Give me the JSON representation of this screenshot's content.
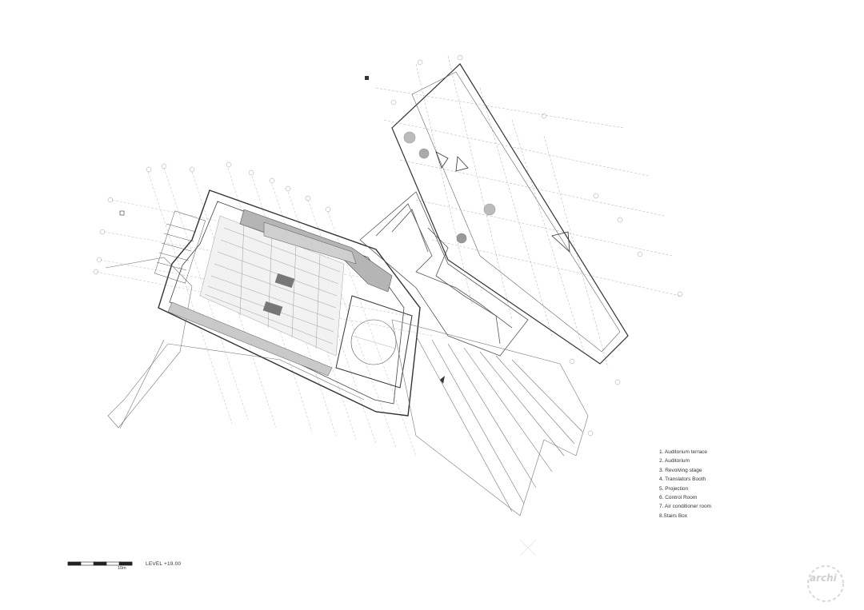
{
  "legend": [
    "1. Auditorium terrace",
    "2. Auditorium",
    "3. Revolving stage",
    "4. Translators Booth",
    "5. Projection",
    "6. Control Room",
    "7. Air conditioner room",
    "8.Stairs Box"
  ],
  "scale_bar": {
    "label": "10m"
  },
  "level": {
    "label": "LEVEL +19.00"
  },
  "watermark": {
    "text": "archi"
  }
}
